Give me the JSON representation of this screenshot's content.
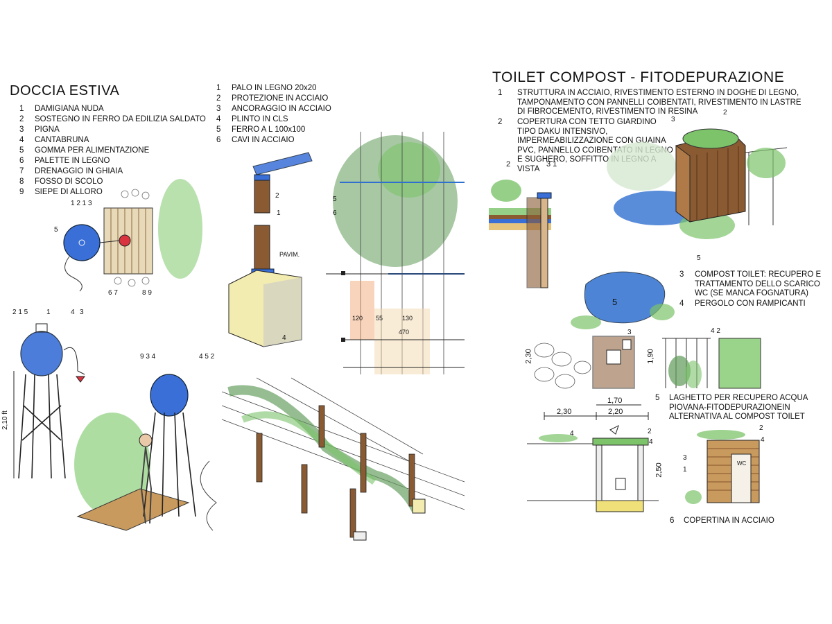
{
  "doccia": {
    "title": "DOCCIA ESTIVA",
    "legend": [
      {
        "n": "1",
        "text": "DAMIGIANA NUDA"
      },
      {
        "n": "2",
        "text": "SOSTEGNO IN FERRO DA EDILIZIA SALDATO"
      },
      {
        "n": "3",
        "text": "PIGNA"
      },
      {
        "n": "4",
        "text": "CANTABRUNA"
      },
      {
        "n": "5",
        "text": "GOMMA PER ALIMENTAZIONE"
      },
      {
        "n": "6",
        "text": "PALETTE IN LEGNO"
      },
      {
        "n": "7",
        "text": "DRENAGGIO IN GHIAIA"
      },
      {
        "n": "8",
        "text": "FOSSO DI SCOLO"
      },
      {
        "n": "9",
        "text": "SIEPE DI ALLORO"
      }
    ]
  },
  "pergola": {
    "legend": [
      {
        "n": "1",
        "text": "PALO IN LEGNO 20x20"
      },
      {
        "n": "2",
        "text": "PROTEZIONE IN ACCIAIO"
      },
      {
        "n": "3",
        "text": "ANCORAGGIO IN ACCIAIO"
      },
      {
        "n": "4",
        "text": "PLINTO IN CLS"
      },
      {
        "n": "5",
        "text": "FERRO A L 100x100"
      },
      {
        "n": "6",
        "text": "CAVI IN ACCIAIO"
      }
    ],
    "dims": [
      "120",
      "55",
      "130",
      "470"
    ]
  },
  "toilet": {
    "title": "TOILET COMPOST - FITODEPURAZIONE",
    "notes": [
      {
        "n": "1",
        "lines": [
          "STRUTTURA IN ACCIAIO, RIVESTIMENTO ESTERNO IN DOGHE DI LEGNO,",
          "TAMPONAMENTO CON PANNELLI COIBENTATI, RIVESTIMENTO IN LASTRE",
          "DI FIBROCEMENTO, RIVESTIMENTO IN RESINA"
        ]
      },
      {
        "n": "2",
        "lines": [
          "COPERTURA CON TETTO GIARDINO",
          "TIPO DAKU INTENSIVO,",
          "IMPERMEABILIZZAZIONE CON GUAINA",
          "PVC, PANNELLO COIBENTATO IN LEGNO",
          "E SUGHERO, SOFFITTO IN LEGNO A",
          "VISTA"
        ]
      },
      {
        "n": "3",
        "lines": [
          "COMPOST TOILET: RECUPERO E",
          "TRATTAMENTO DELLO SCARICO",
          "WC (SE MANCA FOGNATURA)"
        ]
      },
      {
        "n": "4",
        "lines": [
          "PERGOLO CON RAMPICANTI"
        ]
      },
      {
        "n": "5",
        "lines": [
          "LAGHETTO PER RECUPERO ACQUA",
          "PIOVANA-FITODEPURAZIONEIN",
          "ALTERNATIVA AL COMPOST TOILET"
        ]
      },
      {
        "n": "6",
        "lines": [
          "COPERTINA IN ACCIAIO"
        ]
      }
    ],
    "dims": {
      "w1": "2,30",
      "w2": "2,20",
      "w_inner": "1,70",
      "h_left": "2,30",
      "h_right": "1,90",
      "h_section": "2,50"
    }
  },
  "colors": {
    "green": "#7cc36a",
    "blue": "#2f6fd0",
    "wood": "#8a5a32",
    "red": "#d9333f",
    "orange": "#f0a06a",
    "ink": "#1a1a1a"
  }
}
